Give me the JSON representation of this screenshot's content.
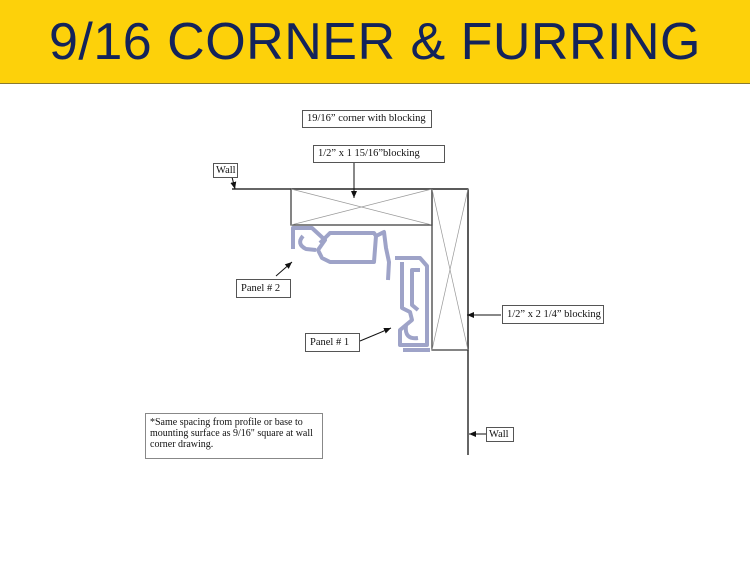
{
  "header": {
    "title": "9/16 CORNER & FURRING"
  },
  "diagram": {
    "caption": "19/16” corner with blocking",
    "top_blocking_label": "1/2” x 1 15/16”blocking",
    "side_blocking_label": "1/2” x 2 1/4” blocking",
    "wall_top_label": "Wall",
    "wall_bottom_label": "Wall",
    "panel_2_label": "Panel # 2",
    "panel_1_label": "Panel # 1",
    "note": "*Same spacing from profile or base to mounting surface as 9/16\" square at wall corner drawing."
  },
  "colors": {
    "header_bg": "#fdd10a",
    "title": "#13235a",
    "panel": "#9ea3c8"
  }
}
